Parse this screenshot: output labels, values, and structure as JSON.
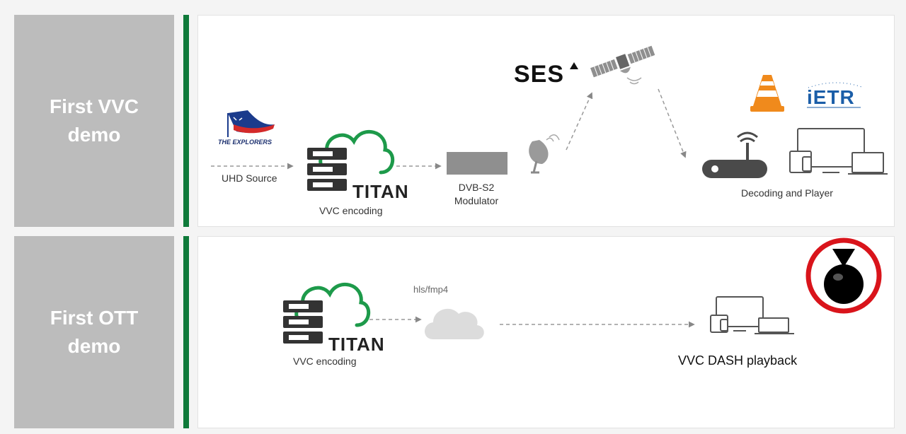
{
  "row1": {
    "heading": "First VVC\ndemo",
    "labels": {
      "explorers": "THE EXPLORERS",
      "uhd_source": "UHD Source",
      "titan": "TITAN",
      "vvc_encoding": "VVC encoding",
      "modulator": "DVB-S2\nModulator",
      "ses": "SES",
      "ietr": "iETR",
      "decoding_player": "Decoding and Player"
    }
  },
  "row2": {
    "heading": "First OTT\ndemo",
    "labels": {
      "titan": "TITAN",
      "vvc_encoding": "VVC encoding",
      "hls": "hls/fmp4",
      "dash_playback": "VVC DASH playback"
    }
  },
  "colors": {
    "sidebar": "#bcbcbc",
    "divider": "#0f7a3a",
    "titan_green": "#1d9a4a",
    "server": "#333333",
    "vlc_orange": "#f08a1c",
    "ietr_blue": "#1b5ea8",
    "no_sign_red": "#d9141b"
  }
}
